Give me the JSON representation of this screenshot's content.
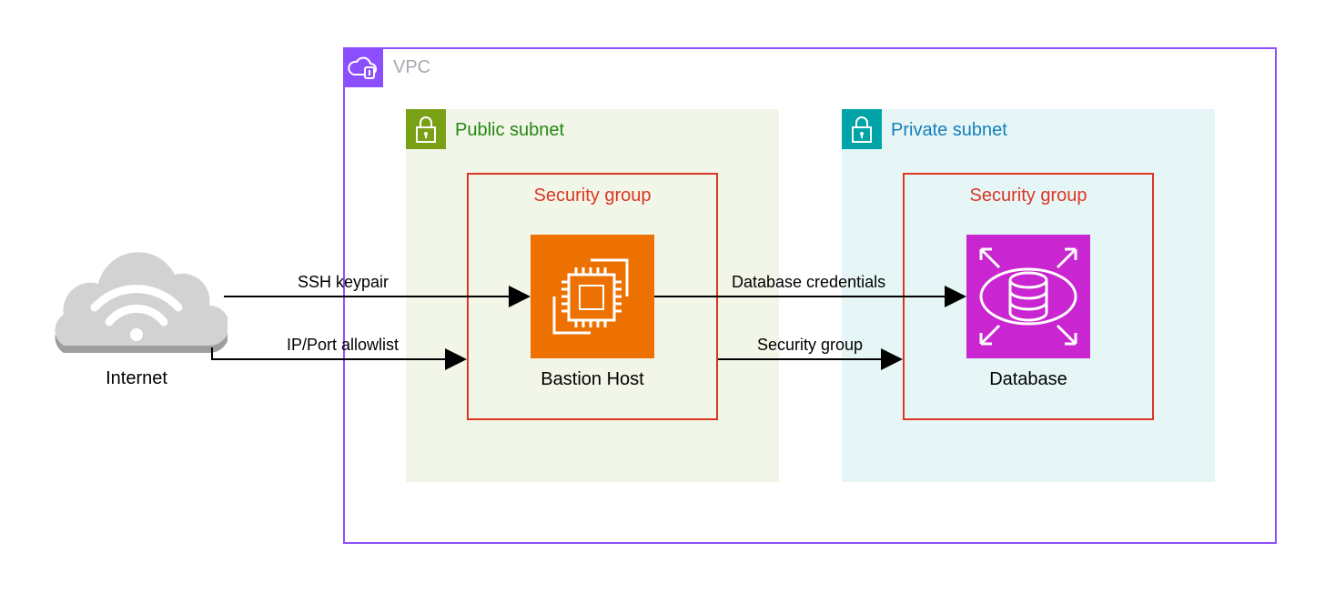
{
  "diagram": {
    "vpc": {
      "label": "VPC",
      "icon": "vpc-cloud-icon",
      "color": "#8c4fff"
    },
    "public_subnet": {
      "label": "Public subnet",
      "icon": "lock-icon",
      "color": "#7aa116"
    },
    "private_subnet": {
      "label": "Private subnet",
      "icon": "lock-icon",
      "color": "#00a4a6"
    },
    "security_group_left": {
      "label": "Security group",
      "color": "#dd3522"
    },
    "security_group_right": {
      "label": "Security group",
      "color": "#dd3522"
    },
    "bastion": {
      "label": "Bastion Host",
      "icon": "ec2-instance-icon",
      "color": "#ed7100"
    },
    "database": {
      "label": "Database",
      "icon": "rds-database-icon",
      "color": "#c925d1"
    },
    "internet": {
      "label": "Internet",
      "icon": "internet-cloud-icon"
    },
    "edges": {
      "ssh": "SSH keypair",
      "ip_allowlist": "IP/Port allowlist",
      "db_credentials": "Database credentials",
      "security_group": "Security group"
    }
  }
}
